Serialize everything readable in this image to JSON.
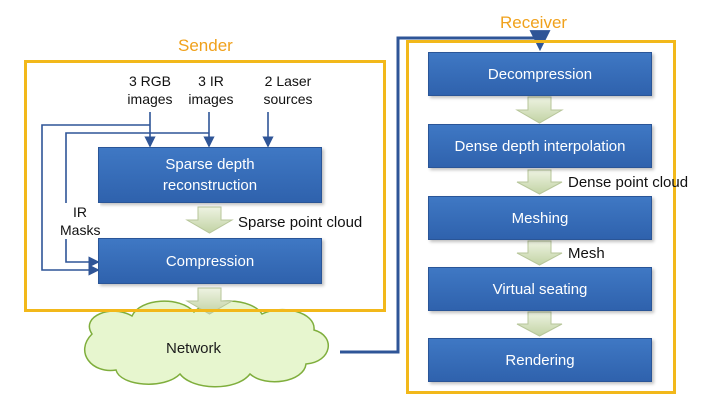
{
  "sender": {
    "title": "Sender",
    "inputs": {
      "rgb": "3 RGB\nimages",
      "ir": "3 IR\nimages",
      "laser": "2 Laser\nsources"
    },
    "sparse_depth_box": "Sparse depth\nreconstruction",
    "sparse_point_cloud_label": "Sparse point cloud",
    "ir_masks_label": "IR\nMasks",
    "compression_box": "Compression"
  },
  "network": {
    "label": "Network"
  },
  "receiver": {
    "title": "Receiver",
    "steps": [
      "Decompression",
      "Dense depth interpolation",
      "Meshing",
      "Virtual seating",
      "Rendering"
    ],
    "between_labels": [
      "",
      "Dense point cloud",
      "Mesh",
      "",
      ""
    ]
  },
  "colors": {
    "frame": "#f2b81a",
    "title": "#f0a11b",
    "box_fill": "#3469b6",
    "flow_arrow": "#cfdcb8",
    "connector": "#2f5597",
    "cloud_fill": "#e7f6cf",
    "cloud_stroke": "#7fae3c"
  }
}
